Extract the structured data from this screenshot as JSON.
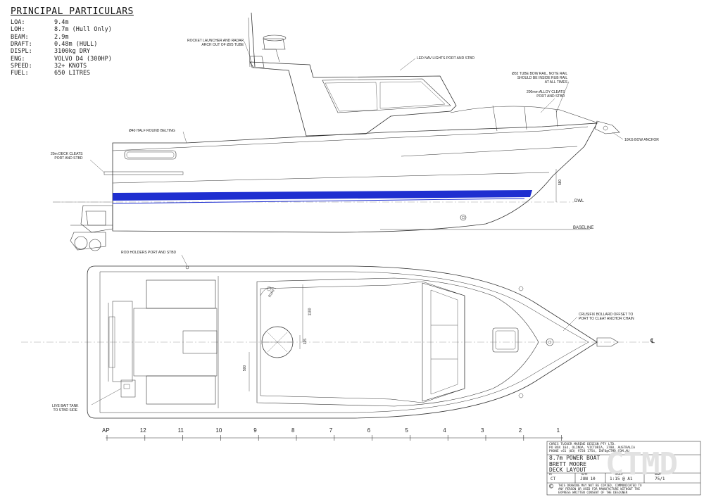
{
  "particulars": {
    "title": "PRINCIPAL PARTICULARS",
    "rows": [
      {
        "label": "LOA:",
        "value": "9.4m"
      },
      {
        "label": "LOH:",
        "value": "8.7m (Hull Only)"
      },
      {
        "label": "BEAM:",
        "value": "2.9m"
      },
      {
        "label": "DRAFT:",
        "value": "0.48m (HULL)"
      },
      {
        "label": "DISPL:",
        "value": "3100kg DRY"
      },
      {
        "label": "ENG:",
        "value": "VOLVO D4 (300HP)"
      },
      {
        "label": "SPEED:",
        "value": "32+ KNOTS"
      },
      {
        "label": "FUEL:",
        "value": "650 LITRES"
      }
    ]
  },
  "annotations": {
    "rocket": [
      "ROCKET LAUNCHER AND RADAR",
      "ARCH OUT OF Ø25 TUBE"
    ],
    "led": "LED NAV LIGHTS PORT AND STBD",
    "bowrail": [
      "Ø32 TUBE BOW RAIL. NOTE RAIL",
      "SHOULD BE INSIDE RUB RAIL",
      "AT ALL TIMES"
    ],
    "cleats_alloy": [
      "200mm ALLOY CLEATS",
      "PORT AND STBD"
    ],
    "belting": "Ø40 HALF ROUND BELTING",
    "deck_cleats": [
      "20m DECK CLEATS",
      "PORT AND STBD"
    ],
    "anchor": "10KG BOW ANCHOR",
    "dwl": "DWL",
    "baseline": "BASELINE",
    "dim_580": "580",
    "rod_holders": "ROD HOLDERS PORT AND STBD",
    "bollard": [
      "CRUSIFIX BOLLARD OFFSET TO",
      "PORT TO CLEAT ANCHOR CHAIN"
    ],
    "bait": [
      "LIVE BAIT TANK",
      "TO STBD SIDE"
    ],
    "dim_1100": "1100",
    "dim_500": "500",
    "dim_115": "115",
    "dim_r150": "R150",
    "cl": "℄"
  },
  "stations": [
    "AP",
    "12",
    "11",
    "10",
    "9",
    "8",
    "7",
    "6",
    "5",
    "4",
    "3",
    "2",
    "1"
  ],
  "title_block": {
    "company": "CHRIS TUCKER MARINE DESIGN PTY LTD.",
    "address": "PO BOX 164, OLINDA, VICTORIA, 3788, AUSTRALIA",
    "contact": "PHONE +61 (03) 9728 1754, INFO@CTMD.COM.AU",
    "project_line1": "8.7m POWER BOAT",
    "project_line2": "BRETT MOORE",
    "project_line3": "DECK LAYOUT",
    "hdr_by": "BY",
    "hdr_date": "DATE",
    "hdr_scale": "SCALE",
    "hdr_dwg": "DRWG",
    "by": "CT",
    "date": "JUN 10",
    "scale": "1:15 @ A1",
    "dwg": "75/1",
    "copyright_mark": "©",
    "copyright_1": "THIS DRAWING MAY NOT BE COPIED, COMMUNICATED TO",
    "copyright_2": "ANY PERSON OR USED FOR MANUFACTURE WITHOUT THE",
    "copyright_3": "EXPRESS WRITTEN CONSENT OF THE DESIGNER",
    "watermark": "CTMD"
  },
  "colors": {
    "stripe": "#1f2fd0",
    "line": "#333333",
    "bg": "#ffffff"
  }
}
